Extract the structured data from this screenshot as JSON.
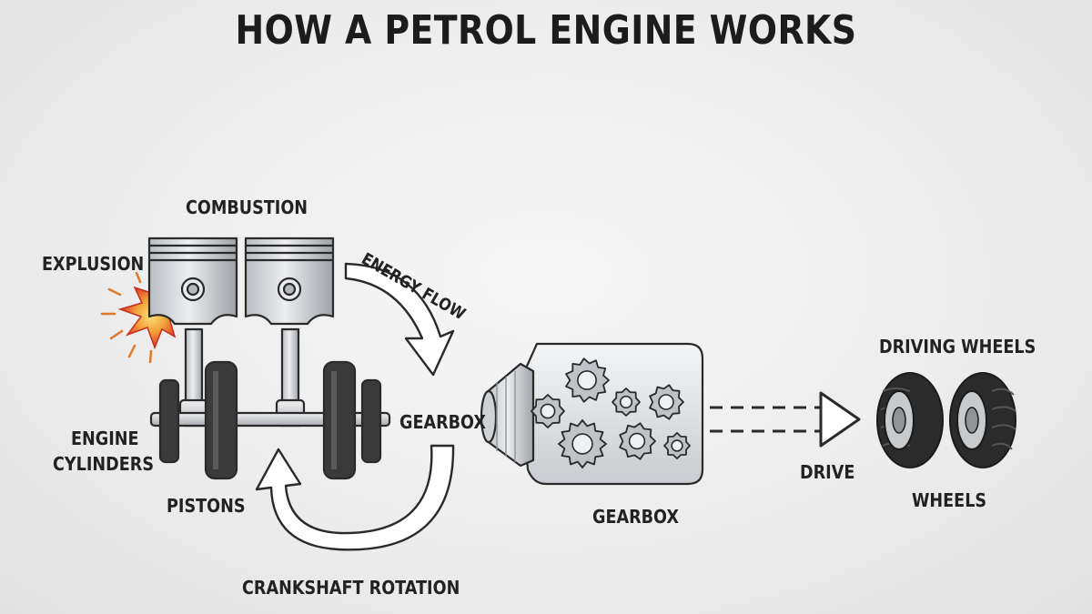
{
  "title": "HOW A PETROL ENGINE WORKS",
  "labels": {
    "combustion": "COMBUSTION",
    "explosion": "EXPLUSION",
    "energy_flow": "ENERGY FLOW",
    "engine_cylinders_line1": "ENGINE",
    "engine_cylinders_line2": "CYLINDERS",
    "pistons": "PISTONS",
    "gearbox_input": "GEARBOX",
    "gearbox": "GEARBOX",
    "crankshaft_rotation": "CRANKSHAFT ROTATION",
    "drive": "DRIVE",
    "driving_wheels": "DRIVING WHEELS",
    "wheels": "WHEELS"
  },
  "colors": {
    "outline": "#2a2a2a",
    "metal_light": "#d9dbde",
    "metal_dark": "#9ea3a8",
    "counterweight": "#3a3a3a",
    "tire": "#2b2b2b",
    "flame_outer": "#f2a23a",
    "flame_inner": "#e0352b",
    "arrow_fill": "#ffffff"
  }
}
